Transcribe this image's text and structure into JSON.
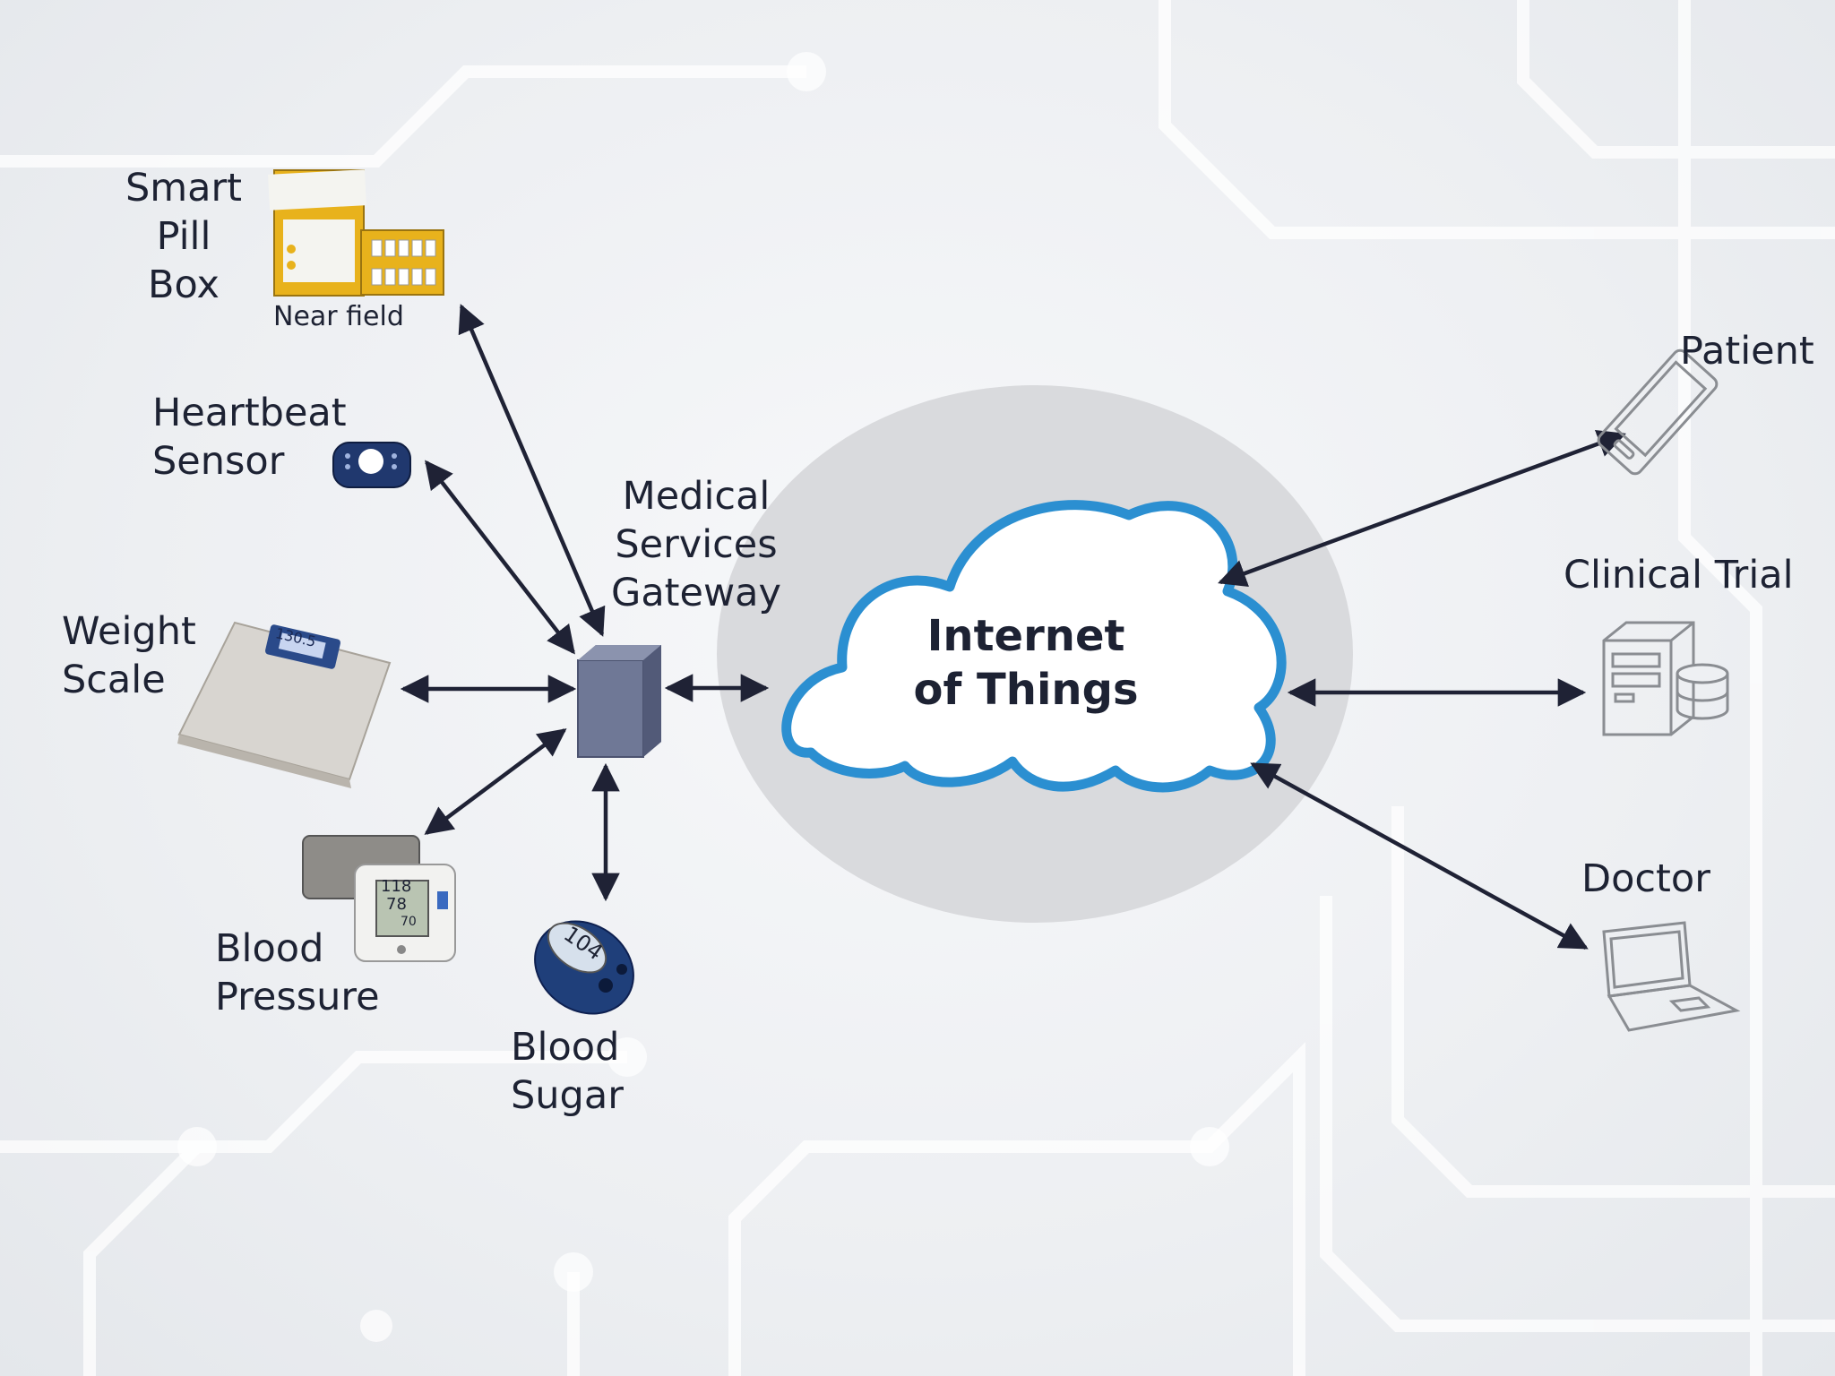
{
  "cloud": {
    "line1": "Internet",
    "line2": "of Things",
    "outline_color": "#2b8fd1"
  },
  "gateway": {
    "label": "Medical\nServices\nGateway",
    "icon": "server-box-icon"
  },
  "devices": {
    "pill_box": {
      "label": "Smart\nPill\nBox",
      "note": "Near field",
      "icon": "pill-box-icon"
    },
    "heartbeat": {
      "label": "Heartbeat\nSensor",
      "icon": "heartbeat-sensor-icon"
    },
    "weight": {
      "label": "Weight\nScale",
      "display": "130.5",
      "icon": "weight-scale-icon"
    },
    "blood_pressure": {
      "label": "Blood\nPressure",
      "readings": [
        "118",
        "78",
        "70"
      ],
      "icon": "blood-pressure-monitor-icon"
    },
    "blood_sugar": {
      "label": "Blood\nSugar",
      "display": "104",
      "icon": "glucose-meter-icon"
    }
  },
  "endpoints": {
    "patient": {
      "label": "Patient",
      "icon": "smartphone-icon"
    },
    "clinical_trial": {
      "label": "Clinical Trial",
      "icon": "server-database-icon"
    },
    "doctor": {
      "label": "Doctor",
      "icon": "laptop-icon"
    }
  },
  "colors": {
    "arrow": "#1f2235",
    "gateway_box": "#6f7896",
    "text": "#1d2233",
    "device_yellow": "#e8b21c",
    "device_blue": "#20386e"
  }
}
